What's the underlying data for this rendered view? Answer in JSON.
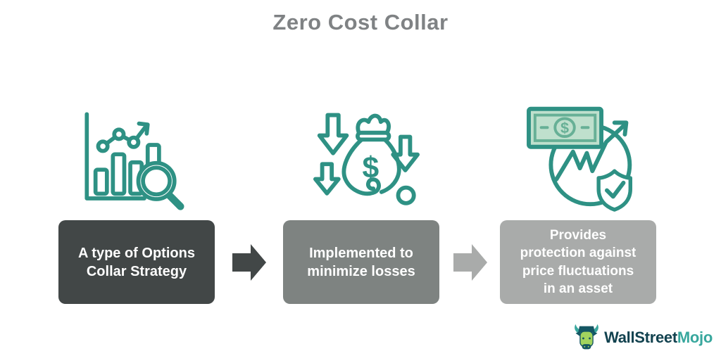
{
  "title": "Zero Cost Collar",
  "symbols": {
    "dollar": "$"
  },
  "steps": [
    {
      "icon": "bar-chart-magnifier",
      "lines": [
        "A type of Options",
        "Collar Strategy"
      ]
    },
    {
      "icon": "money-bag-down-arrows",
      "lines": [
        "Implemented to",
        "minimize losses"
      ]
    },
    {
      "icon": "banknote-trend-shield",
      "lines": [
        "Provides",
        "protection against",
        "price fluctuations",
        "in an asset"
      ]
    }
  ],
  "logo": {
    "brand_first": "WallStreet",
    "brand_second": "Mojo"
  },
  "colors": {
    "title_text": "#7f8284",
    "icon_stroke": "#2e9184",
    "note_fill": "#bfe0cd",
    "note_detail": "#67b096",
    "box1_bg": "#424747",
    "box2_bg": "#7e8381",
    "box3_bg": "#a9abaa",
    "arrow1_fill": "#424747",
    "arrow2_fill": "#a9abaa",
    "box_text": "#ffffff",
    "logo_navy": "#12424f",
    "logo_teal": "#38a79d",
    "logo_face_green": "#a2d45e",
    "logo_dark_teal": "#145663"
  }
}
